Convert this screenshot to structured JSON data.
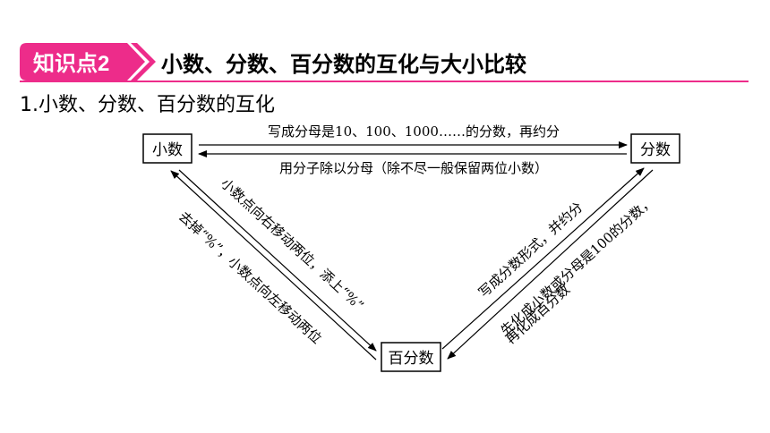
{
  "header": {
    "badge": "知识点2",
    "title": "小数、分数、百分数的互化与大小比较"
  },
  "section": {
    "heading": "1.小数、分数、百分数的互化"
  },
  "nodes": {
    "decimal": "小数",
    "fraction": "分数",
    "percent": "百分数"
  },
  "edges": {
    "decimal_to_fraction": "写成分母是10、100、1000……的分数，再约分",
    "fraction_to_decimal": "用分子除以分母（除不尽一般保留两位小数）",
    "decimal_to_percent": "小数点向右移动两位，添上“%”",
    "percent_to_decimal": "去掉“%”，小数点向左移动两位",
    "percent_to_fraction": "写成分数形式，并约分",
    "fraction_to_percent_line1": "先化成小数或分母是100的分数，",
    "fraction_to_percent_line2": "再化成百分数"
  },
  "colors": {
    "badge_fill": "#ed2c8a",
    "accent_line": "#ed2c8a",
    "text": "#000000"
  }
}
